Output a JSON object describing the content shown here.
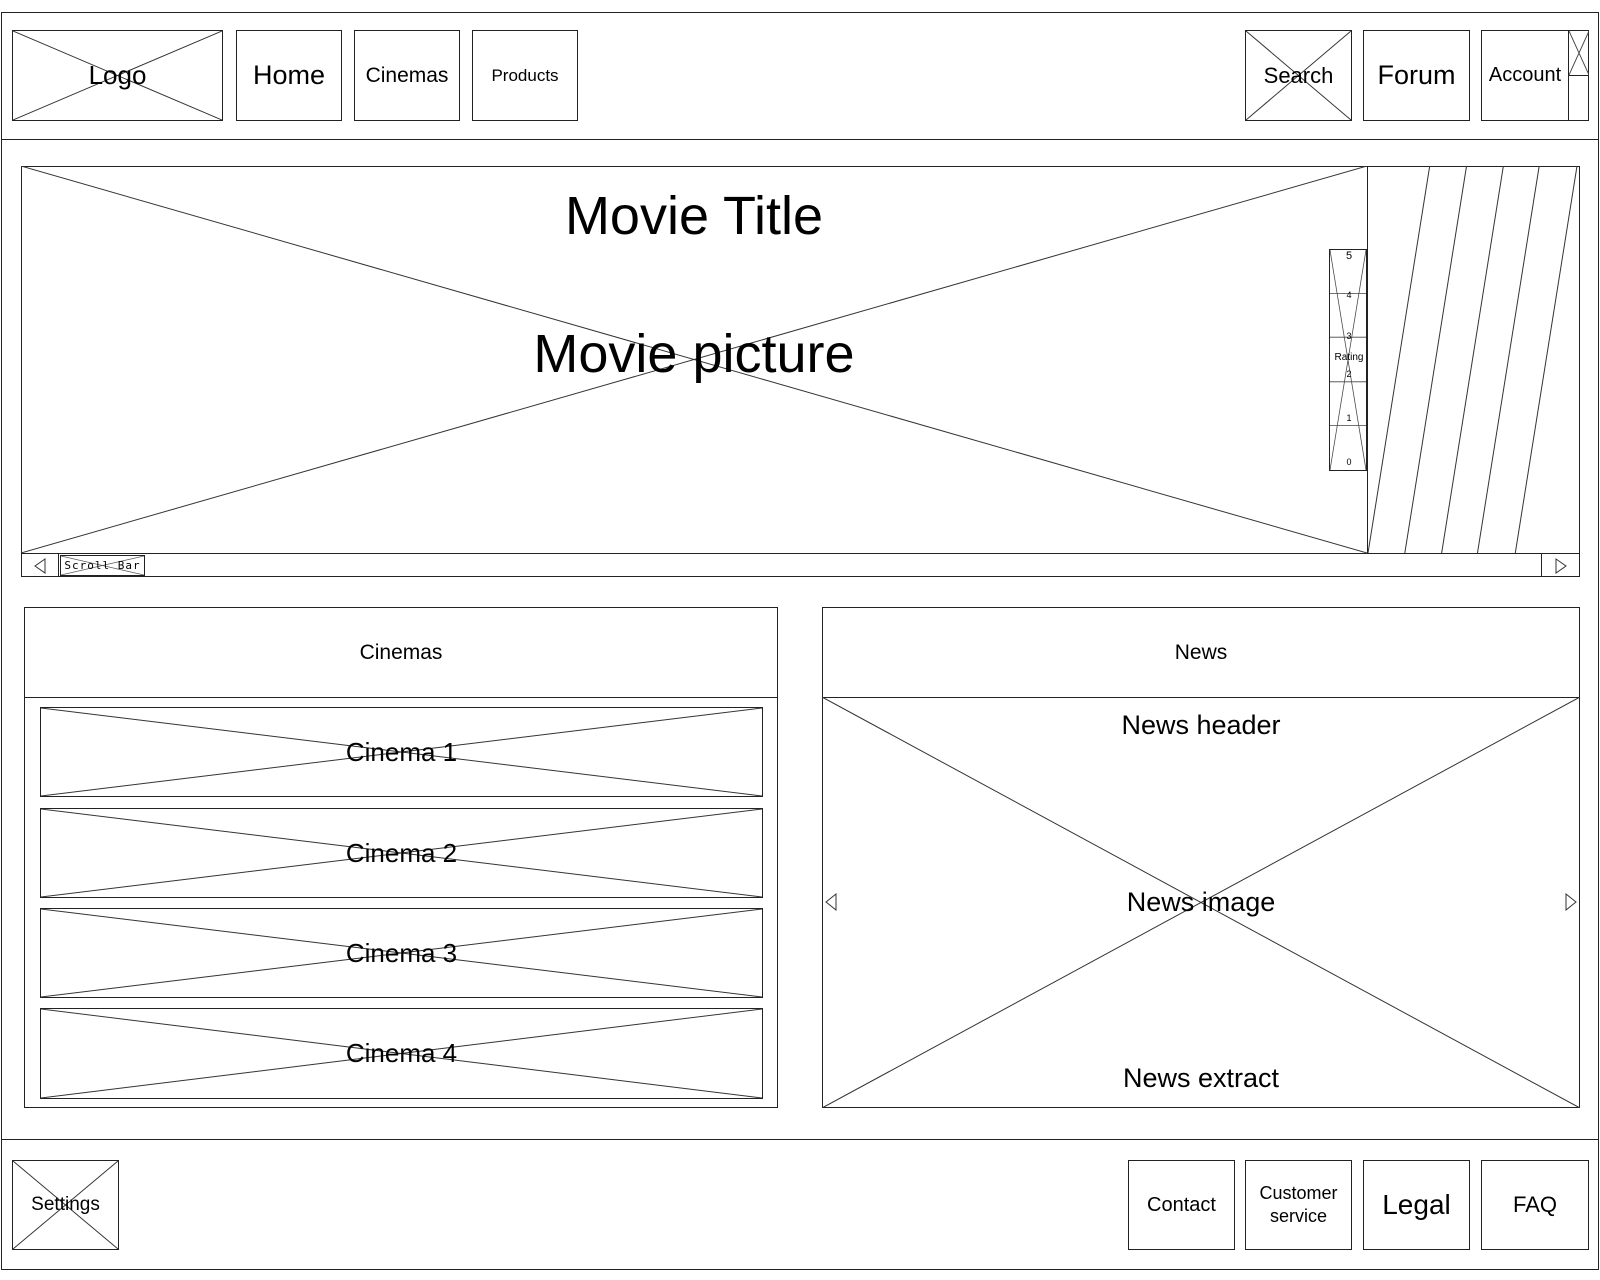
{
  "header": {
    "logo": "Logo",
    "nav": {
      "home": "Home",
      "cinemas": "Cinemas",
      "products": "Products"
    },
    "search": "Search",
    "forum": "Forum",
    "account": "Account"
  },
  "hero": {
    "title": "Movie Title",
    "picture": "Movie picture",
    "rating": {
      "label": "Rating",
      "ticks": [
        "5",
        "4",
        "3",
        "2",
        "1",
        "0"
      ]
    },
    "scrollbar_label": "Scroll Bar"
  },
  "cinemas_panel": {
    "title": "Cinemas",
    "items": [
      "Cinema 1",
      "Cinema 2",
      "Cinema 3",
      "Cinema 4"
    ]
  },
  "news_panel": {
    "title": "News",
    "header": "News header",
    "image": "News image",
    "extract": "News extract"
  },
  "footer": {
    "settings": "Settings",
    "contact": "Contact",
    "customer_service": "Customer service",
    "legal": "Legal",
    "faq": "FAQ"
  }
}
